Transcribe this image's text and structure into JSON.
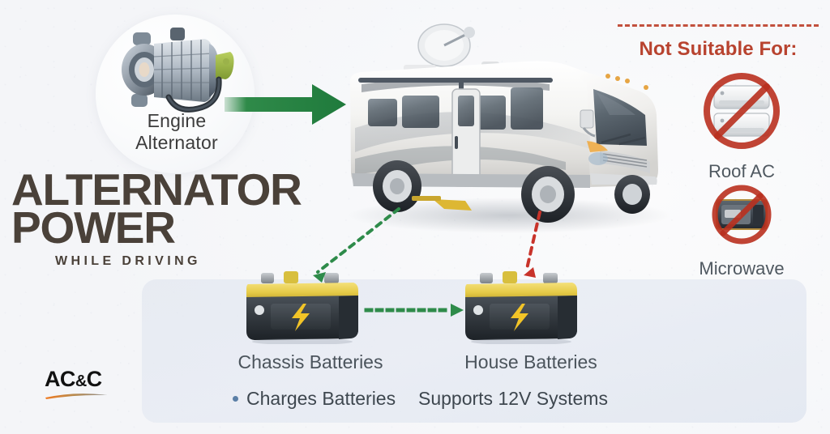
{
  "title": {
    "line1": "ALTERNATOR",
    "line2": "POWER",
    "subtitle": "WHILE DRIVING",
    "color": "#4a4139"
  },
  "alternator": {
    "label_line1": "Engine",
    "label_line2": "Alternator",
    "icon": "alternator-icon",
    "arrow_icon": "green-right-arrow",
    "arrow_color": "#2e8b4a"
  },
  "vehicle": {
    "icon": "class-a-motorhome-icon",
    "description": "Class A motorhome with satellite dish"
  },
  "not_suitable": {
    "heading": "Not Suitable For:",
    "heading_color": "#b8432f",
    "divider_color": "#c2503d",
    "items": [
      {
        "label": "Roof AC",
        "icon": "roof-ac-prohibited-icon"
      },
      {
        "label": "Microwave",
        "icon": "microwave-prohibited-icon"
      }
    ]
  },
  "batteries": [
    {
      "name": "Chassis Batteries",
      "benefit": "Charges Batteries",
      "has_bullet": true,
      "icon": "battery-icon"
    },
    {
      "name": "House Batteries",
      "benefit": "Supports 12V Systems",
      "has_bullet": false,
      "icon": "battery-icon"
    }
  ],
  "connectors": [
    {
      "name": "rv-to-chassis",
      "style": "dashed",
      "color": "#2e8b4a"
    },
    {
      "name": "rv-to-house",
      "style": "dashed",
      "color": "#c8332a"
    },
    {
      "name": "chassis-to-house",
      "style": "dashed",
      "color": "#2e8b4a"
    },
    {
      "name": "house-to-unsupported",
      "style": "dashed",
      "color": "#c8332a"
    }
  ],
  "logo": {
    "text_a": "AC",
    "text_amp": "&",
    "text_c": "C",
    "swoosh_start_color": "#f07b22",
    "swoosh_end_color": "#8e8e8e"
  },
  "colors": {
    "background": "#fafbfc",
    "panel": "#e3e8f0",
    "battery_top": "#e8d05a",
    "battery_body": "#3a3f45",
    "bolt": "#f2c427"
  }
}
